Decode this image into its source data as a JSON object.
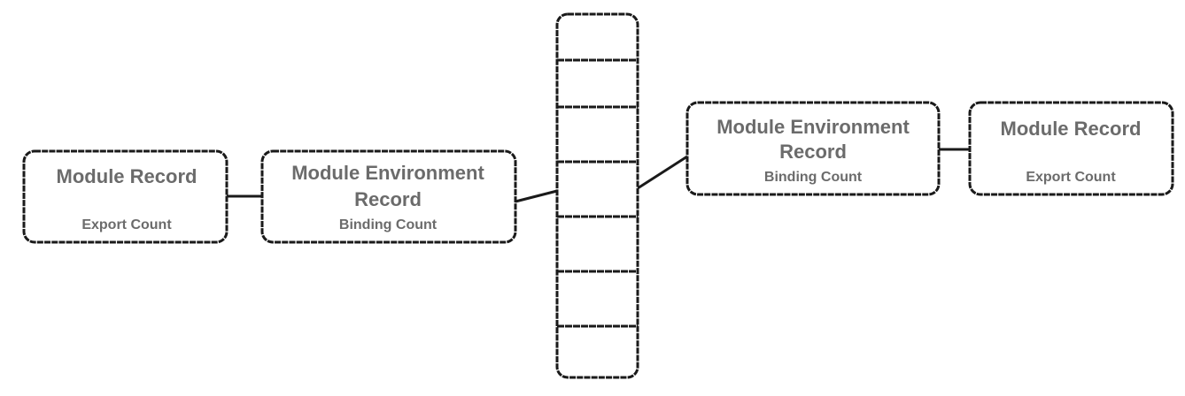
{
  "diagram": {
    "left_module_record": {
      "title": "Module Record",
      "subtitle": "Export Count"
    },
    "left_env_record": {
      "title_line1": "Module Environment",
      "title_line2": "Record",
      "subtitle": "Binding Count"
    },
    "binding_array": {
      "slot_count": 7
    },
    "right_env_record": {
      "title_line1": "Module Environment",
      "title_line2": "Record",
      "subtitle": "Binding Count"
    },
    "right_module_record": {
      "title": "Module Record",
      "subtitle": "Export Count"
    }
  }
}
